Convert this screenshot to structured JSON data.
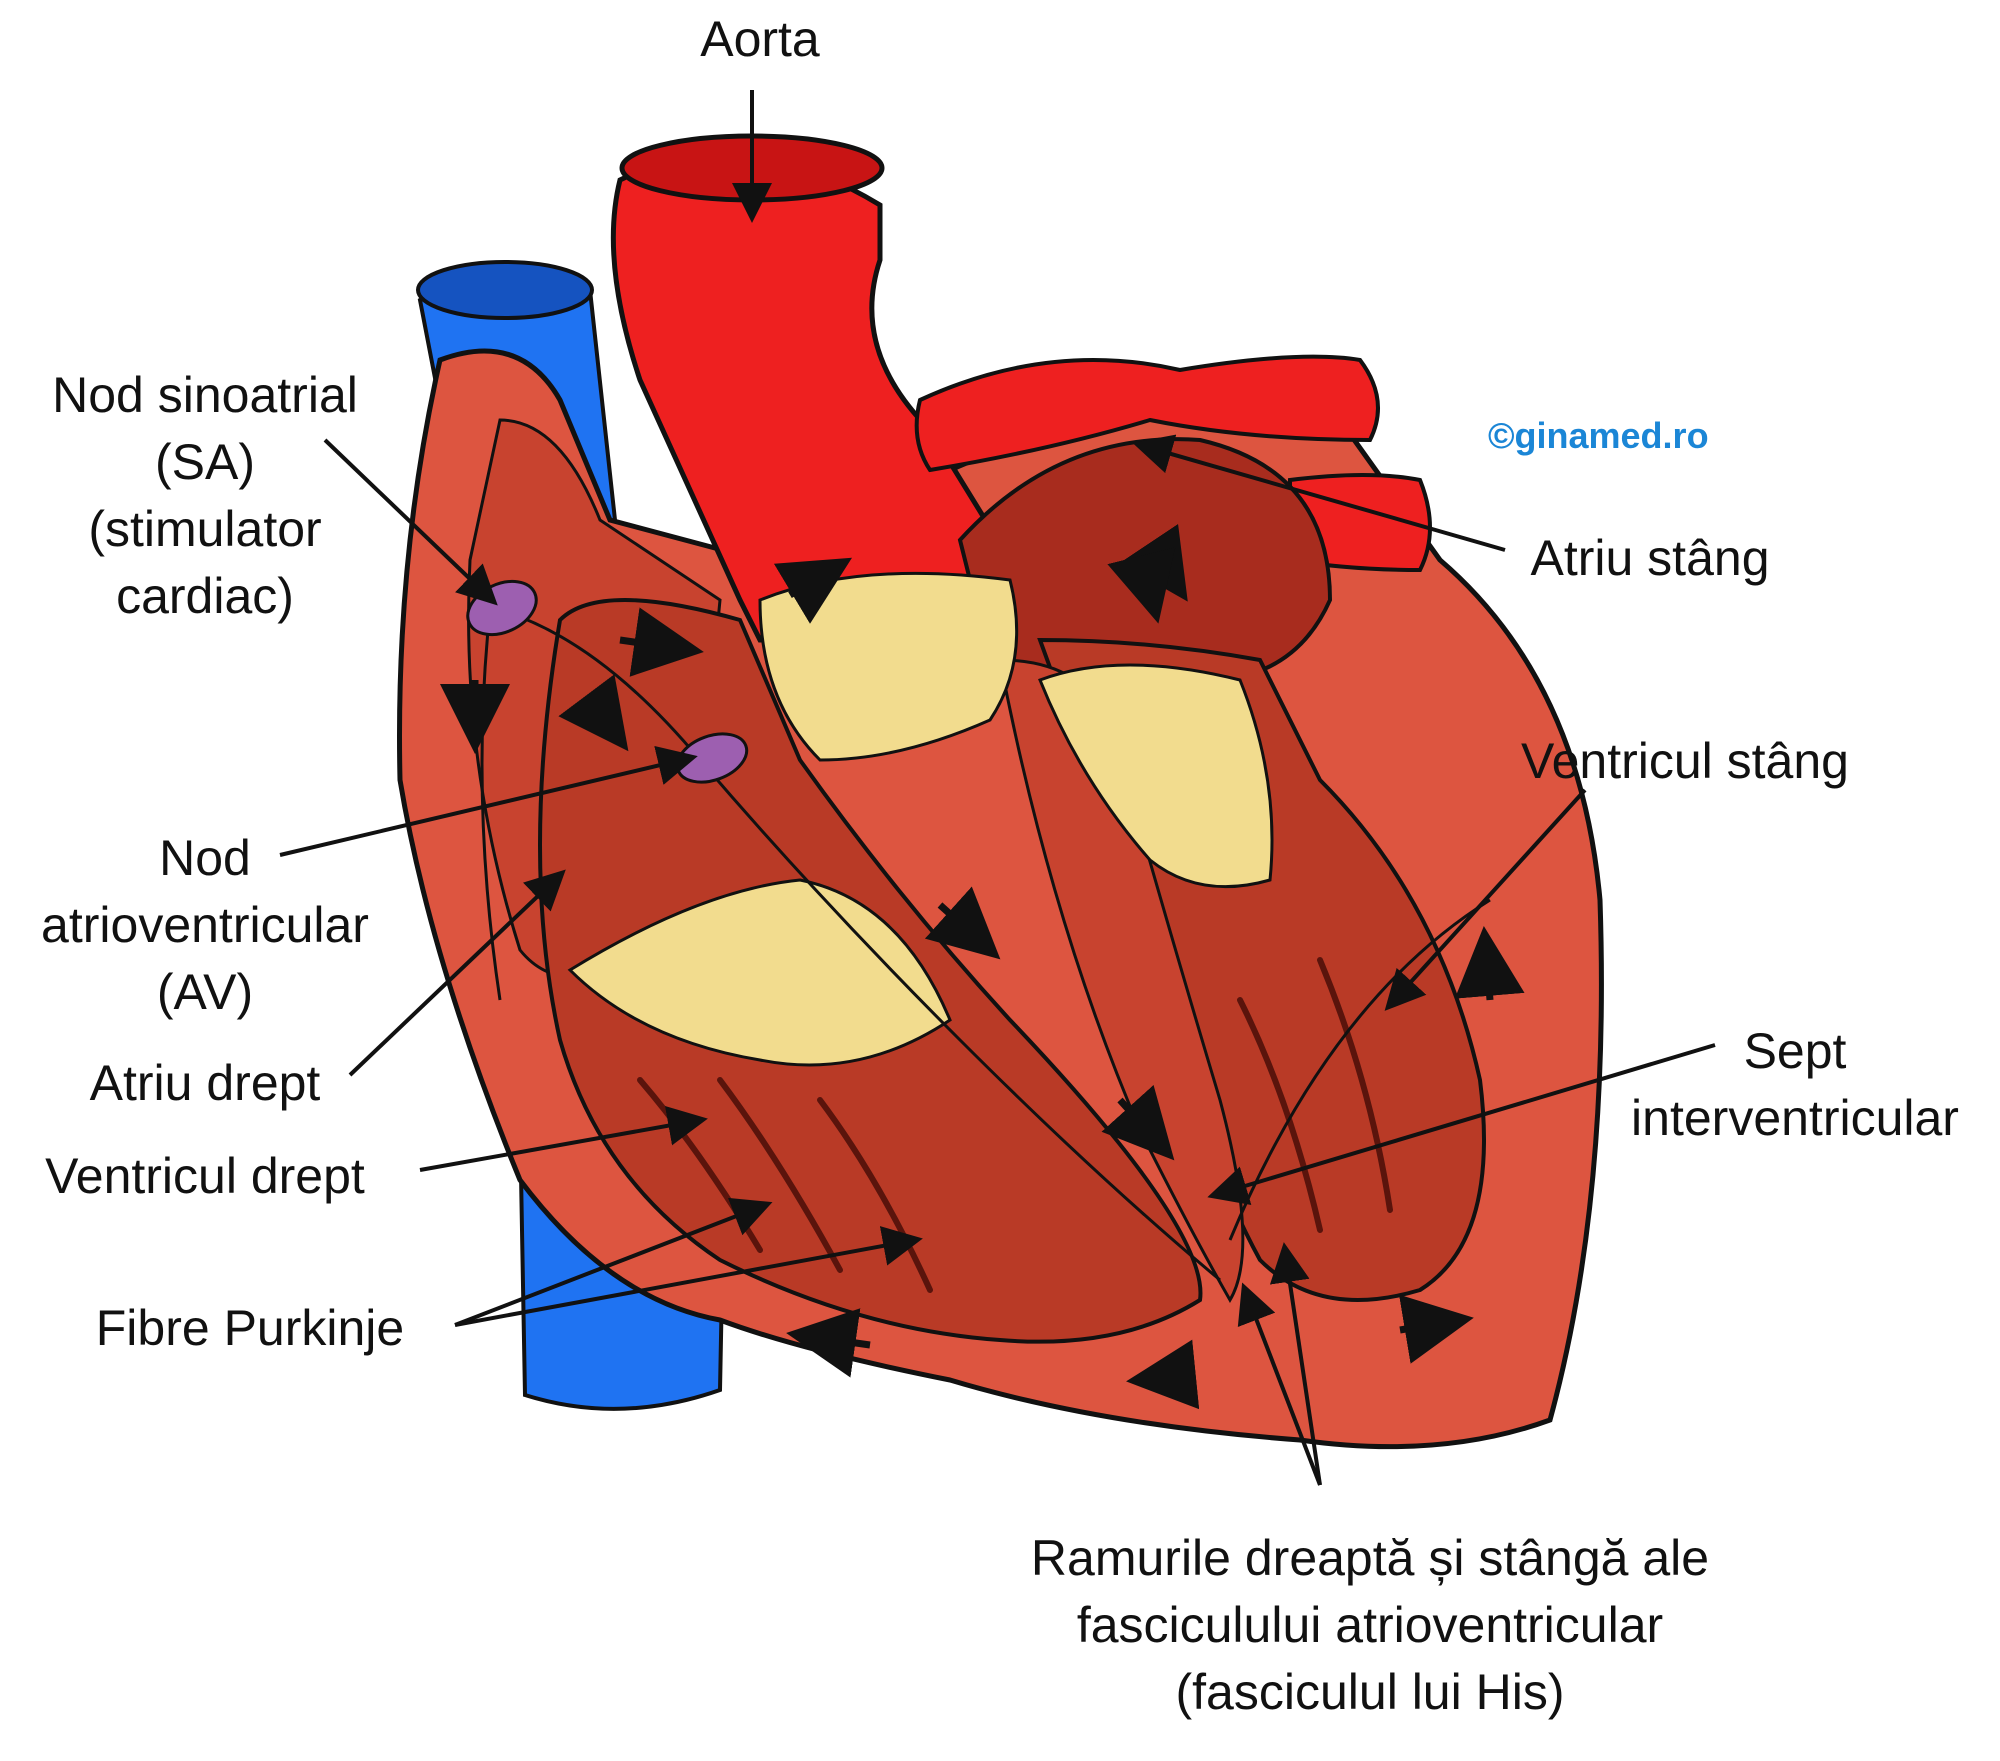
{
  "colors": {
    "vein_blue": "#1f73f2",
    "aorta_red": "#ee2020",
    "heart_outer": "#dd5540",
    "heart_dark": "#a82c1e",
    "heart_chamber": "#b93a26",
    "valve_yellow": "#f2dc8e",
    "node_purple": "#9d5fb0",
    "watermark_blue": "#1b86d6"
  },
  "labels": {
    "aorta": "Aorta",
    "sa_node": [
      "Nod sinoatrial",
      "(SA)",
      "(stimulator",
      "cardiac)"
    ],
    "av_node": [
      "Nod",
      "atrioventricular",
      "(AV)"
    ],
    "right_atrium": "Atriu drept",
    "right_ventricle": "Ventricul drept",
    "purkinje": "Fibre Purkinje",
    "left_atrium": "Atriu stâng",
    "left_ventricle": "Ventricul stâng",
    "septum": [
      "Sept",
      "interventricular"
    ],
    "bundle_branches": [
      "Ramurile dreaptă și stângă ale",
      "fasciculului atrioventricular",
      "(fasciculul lui His)"
    ]
  },
  "watermark": "©ginamed.ro"
}
